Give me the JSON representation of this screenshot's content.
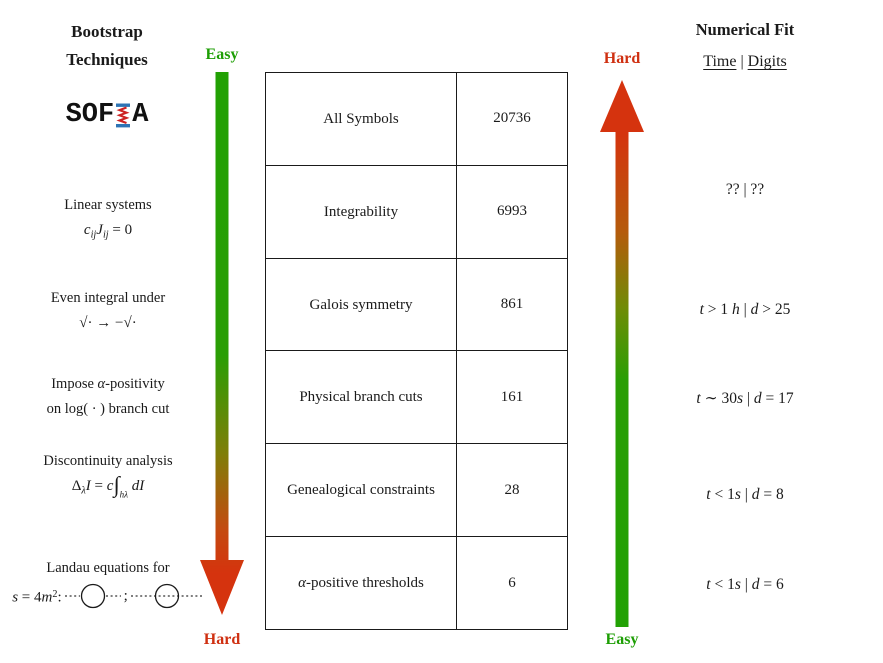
{
  "colors": {
    "easy_green": "#1d9e04",
    "hard_red": "#d5330e",
    "logo_blue": "#2e74b5",
    "logo_red": "#cc2222"
  },
  "left_panel": {
    "title_line1": "Bootstrap",
    "title_line2": "Techniques",
    "logo_pre": "SOF",
    "logo_post": "A",
    "items": [
      {
        "line1": [
          {
            "t": "Linear systems",
            "k": "n"
          }
        ],
        "line2": [
          {
            "t": "c",
            "k": "i"
          },
          {
            "t": "ij",
            "k": "subi"
          },
          {
            "t": "J",
            "k": "i"
          },
          {
            "t": "ij",
            "k": "subi"
          },
          {
            "t": " = 0",
            "k": "n"
          }
        ]
      },
      {
        "line1": [
          {
            "t": "Even integral under",
            "k": "n"
          }
        ],
        "line2": [
          {
            "t": "√· → −√·",
            "k": "n"
          }
        ]
      },
      {
        "line1": [
          {
            "t": "Impose ",
            "k": "n"
          },
          {
            "t": "α",
            "k": "i"
          },
          {
            "t": "-positivity",
            "k": "n"
          }
        ],
        "line2": [
          {
            "t": "on log( · ) branch cut",
            "k": "n"
          }
        ]
      },
      {
        "line1": [
          {
            "t": "Discontinuity analysis",
            "k": "n"
          }
        ],
        "line2": [
          {
            "t": "Δ",
            "k": "n"
          },
          {
            "t": "λ",
            "k": "subi"
          },
          {
            "t": "I",
            "k": "i"
          },
          {
            "t": " = ",
            "k": "n"
          },
          {
            "t": "c",
            "k": "i"
          },
          {
            "t": "∫",
            "k": "int"
          },
          {
            "t": "hλ",
            "k": "isub"
          },
          {
            "t": " dI",
            "k": "i"
          }
        ]
      },
      {
        "line1": [
          {
            "t": "Landau equations for",
            "k": "n"
          }
        ],
        "line2": [
          {
            "t": "s",
            "k": "i"
          },
          {
            "t": " = 4",
            "k": "n"
          },
          {
            "t": "m",
            "k": "i"
          },
          {
            "t": "2",
            "k": "sup"
          },
          {
            "t": ": ",
            "k": "n"
          }
        ],
        "separator": ";"
      }
    ]
  },
  "left_arrow": {
    "top_label": "Easy",
    "bottom_label": "Hard"
  },
  "table": {
    "rows": [
      {
        "label": [
          {
            "t": "All Symbols",
            "k": "n"
          }
        ],
        "count": "20736"
      },
      {
        "label": [
          {
            "t": "Integrability",
            "k": "n"
          }
        ],
        "count": "6993"
      },
      {
        "label": [
          {
            "t": "Galois symmetry",
            "k": "n"
          }
        ],
        "count": "861"
      },
      {
        "label": [
          {
            "t": "Physical branch cuts",
            "k": "n"
          }
        ],
        "count": "161"
      },
      {
        "label": [
          {
            "t": "Genealogical constraints",
            "k": "n"
          }
        ],
        "count": "28"
      },
      {
        "label": [
          {
            "t": "α",
            "k": "i"
          },
          {
            "t": "-positive thresholds",
            "k": "n"
          }
        ],
        "count": "6"
      }
    ]
  },
  "right_arrow": {
    "top_label": "Hard",
    "bottom_label": "Easy"
  },
  "right_panel": {
    "title": "Numerical Fit",
    "col_time": "Time",
    "separator": "|",
    "col_digits": "Digits",
    "values": [
      [
        {
          "t": "?? | ??",
          "k": "n"
        }
      ],
      [
        {
          "t": "t",
          "k": "i"
        },
        {
          "t": " > 1 ",
          "k": "n"
        },
        {
          "t": "h",
          "k": "i"
        },
        {
          "t": " | ",
          "k": "n"
        },
        {
          "t": "d",
          "k": "i"
        },
        {
          "t": " > 25",
          "k": "n"
        }
      ],
      [
        {
          "t": "t",
          "k": "i"
        },
        {
          "t": " ∼ 30",
          "k": "n"
        },
        {
          "t": "s",
          "k": "i"
        },
        {
          "t": " | ",
          "k": "n"
        },
        {
          "t": "d",
          "k": "i"
        },
        {
          "t": " = 17",
          "k": "n"
        }
      ],
      [
        {
          "t": "t",
          "k": "i"
        },
        {
          "t": " < 1",
          "k": "n"
        },
        {
          "t": "s",
          "k": "i"
        },
        {
          "t": " | ",
          "k": "n"
        },
        {
          "t": "d",
          "k": "i"
        },
        {
          "t": " = 8",
          "k": "n"
        }
      ],
      [
        {
          "t": "t",
          "k": "i"
        },
        {
          "t": " < 1",
          "k": "n"
        },
        {
          "t": "s",
          "k": "i"
        },
        {
          "t": " | ",
          "k": "n"
        },
        {
          "t": "d",
          "k": "i"
        },
        {
          "t": " = 6",
          "k": "n"
        }
      ]
    ]
  }
}
